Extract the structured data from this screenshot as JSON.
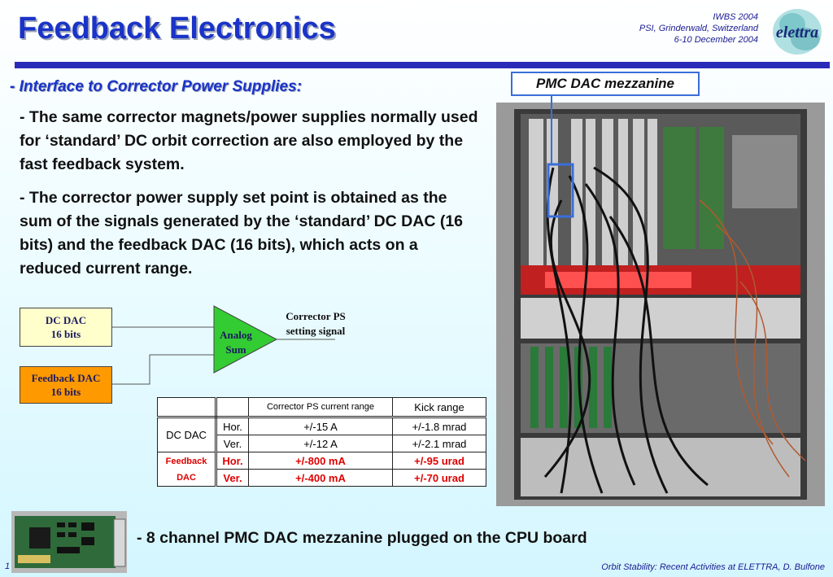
{
  "header": {
    "title": "Feedback Electronics",
    "conference": {
      "line1": "IWBS 2004",
      "line2": "PSI, Grinderwald, Switzerland",
      "line3": "6-10 December 2004"
    },
    "logo_text": "elettra"
  },
  "subtitle": "- Interface to Corrector Power Supplies:",
  "paragraphs": [
    "- The same corrector magnets/power supplies normally used for ‘standard’ DC orbit correction are also employed by the fast feedback system.",
    "- The corrector power supply set point is obtained as the sum of the signals generated by the ‘standard’ DC DAC (16 bits) and the feedback DAC (16 bits), which acts on a reduced current range."
  ],
  "photo_label": "PMC DAC mezzanine",
  "diagram": {
    "dc_dac": {
      "line1": "DC DAC",
      "line2": "16 bits"
    },
    "fb_dac": {
      "line1": "Feedback DAC",
      "line2": "16 bits"
    },
    "sum": {
      "line1": "Analog",
      "line2": "Sum"
    },
    "output": {
      "line1": "Corrector PS",
      "line2": "setting signal"
    },
    "colors": {
      "dc_dac_fill": "#ffffcc",
      "fb_dac_fill": "#ff9900",
      "sum_fill": "#33cc33"
    }
  },
  "table": {
    "headers": {
      "current": "Corrector PS current range",
      "kick": "Kick range"
    },
    "dc_label": "DC DAC",
    "fb_label_line1": "Feedback",
    "fb_label_line2": "DAC",
    "rows": [
      {
        "plane": "Hor.",
        "current": "+/-15 A",
        "kick": "+/-1.8 mrad"
      },
      {
        "plane": "Ver.",
        "current": "+/-12 A",
        "kick": "+/-2.1 mrad"
      },
      {
        "plane": "Hor.",
        "current": "+/-800 mA",
        "kick": "+/-95 urad"
      },
      {
        "plane": "Ver.",
        "current": "+/-400 mA",
        "kick": "+/-70 urad"
      }
    ]
  },
  "caption": "- 8 channel PMC DAC mezzanine plugged on the CPU board",
  "footer": "Orbit Stability: Recent Activities at ELETTRA, D. Bulfone",
  "page_number": "1"
}
